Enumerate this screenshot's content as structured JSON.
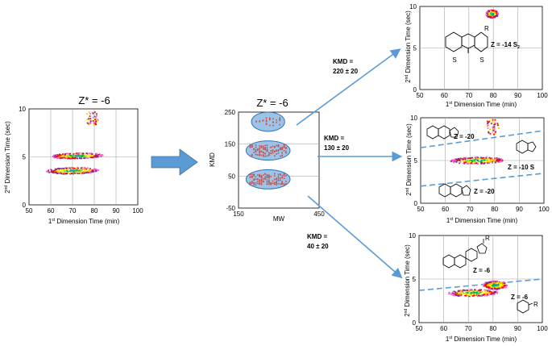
{
  "figure": {
    "left_title": "Z* = -6",
    "middle_title": "Z* = -6"
  },
  "arrows": {
    "kmd_top": [
      "KMD =",
      "220 ± 20"
    ],
    "kmd_mid": [
      "KMD =",
      "130 ± 20"
    ],
    "kmd_bot": [
      "KMD =",
      "40 ± 20"
    ]
  },
  "labels": {
    "top_z": "Z = -14 S",
    "top_z_sub": "2",
    "mid_z_upper": "Z = -20",
    "mid_z_right": "Z = -10 S",
    "mid_z_lower": "Z = -20",
    "bot_z_upper": "Z = -6",
    "bot_z_lower": "Z = -6",
    "ring_r": "R"
  },
  "colors": {
    "arrow": "#5b9bd5",
    "ellipse_fill": "#9dc3e6",
    "ellipse_stroke": "#2e75b6",
    "kmd_points": "#c0504d",
    "dashed": "#5b9bd5"
  },
  "chart_data": [
    {
      "id": "left",
      "type": "scatter",
      "xlabel": "1st Dimension Time (min)",
      "ylabel": "2nd Dimension Time (sec)",
      "xlim": [
        50,
        100
      ],
      "ylim": [
        0,
        10
      ],
      "xticks": [
        50,
        60,
        70,
        80,
        90,
        100
      ],
      "yticks": [
        0,
        5,
        10
      ],
      "grid": true,
      "clusters": [
        {
          "x": [
            60,
            84
          ],
          "y": [
            4.8,
            5.4
          ]
        },
        {
          "x": [
            58,
            82
          ],
          "y": [
            3.2,
            3.9
          ]
        },
        {
          "x": [
            76,
            82
          ],
          "y": [
            8.2,
            9.8
          ]
        }
      ]
    },
    {
      "id": "middle",
      "type": "scatter",
      "xlabel": "MW",
      "ylabel": "KMD",
      "xlim": [
        150,
        450
      ],
      "ylim": [
        -50,
        250
      ],
      "xticks": [
        150,
        450
      ],
      "yticks": [
        -50,
        50,
        150,
        250
      ],
      "grid": true,
      "groups": [
        {
          "kmd": 220,
          "range": 20,
          "mw": [
            210,
            310
          ]
        },
        {
          "kmd": 130,
          "range": 20,
          "mw": [
            190,
            330
          ]
        },
        {
          "kmd": 40,
          "range": 20,
          "mw": [
            190,
            330
          ]
        }
      ]
    },
    {
      "id": "top-right",
      "type": "scatter",
      "xlabel": "1st Dimension Time (min)",
      "ylabel": "2nd Dimension Time (sec)",
      "xlim": [
        50,
        100
      ],
      "ylim": [
        0,
        10
      ],
      "xticks": [
        50,
        60,
        70,
        80,
        90,
        100
      ],
      "yticks": [
        0,
        5,
        10
      ],
      "clusters": [
        {
          "x": [
            77,
            82
          ],
          "y": [
            8.6,
            9.6
          ]
        }
      ]
    },
    {
      "id": "mid-right",
      "type": "scatter",
      "xlabel": "1st Dimension Time (min)",
      "ylabel": "2nd Dimension Time (sec)",
      "xlim": [
        50,
        100
      ],
      "ylim": [
        0,
        10
      ],
      "xticks": [
        50,
        60,
        70,
        80,
        90,
        100
      ],
      "yticks": [
        0,
        5,
        10
      ],
      "clusters": [
        {
          "x": [
            62,
            84
          ],
          "y": [
            4.6,
            5.4
          ]
        },
        {
          "x": [
            76,
            82
          ],
          "y": [
            8.0,
            9.9
          ]
        }
      ],
      "dashed_lines": [
        {
          "from": [
            50,
            6.5
          ],
          "to": [
            100,
            8.5
          ]
        },
        {
          "from": [
            50,
            2.0
          ],
          "to": [
            100,
            3.5
          ]
        }
      ]
    },
    {
      "id": "bot-right",
      "type": "scatter",
      "xlabel": "1st Dimension Time (min)",
      "ylabel": "2nd Dimension Time (sec)",
      "xlim": [
        50,
        100
      ],
      "ylim": [
        0,
        10
      ],
      "xticks": [
        50,
        60,
        70,
        80,
        90,
        100
      ],
      "yticks": [
        0,
        5,
        10
      ],
      "clusters": [
        {
          "x": [
            62,
            82
          ],
          "y": [
            3.0,
            3.8
          ]
        },
        {
          "x": [
            76,
            86
          ],
          "y": [
            3.8,
            4.8
          ]
        }
      ],
      "dashed_lines": [
        {
          "from": [
            50,
            3.7
          ],
          "to": [
            100,
            5.0
          ]
        }
      ]
    }
  ]
}
